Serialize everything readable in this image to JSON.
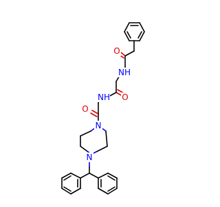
{
  "diagram": {
    "type": "chemical-structure",
    "atom_labels": {
      "o1": "O",
      "n1": "NH",
      "o2": "O",
      "n2": "NH",
      "o3": "O",
      "n3": "N",
      "n4": "N"
    },
    "colors": {
      "bond": "#000000",
      "oxygen": "#e00000",
      "nitrogen": "#0000ff",
      "background": "#ffffff"
    }
  }
}
